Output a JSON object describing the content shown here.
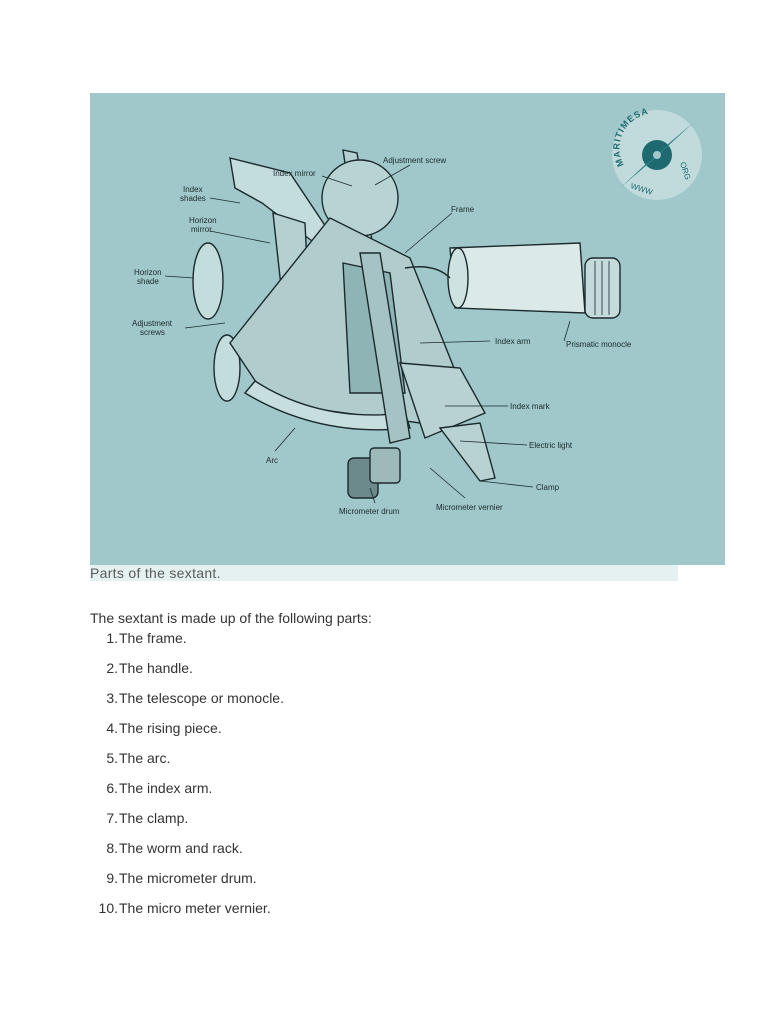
{
  "figure": {
    "logo": {
      "text_top": "MARITIMESA",
      "text_right": "ORG",
      "text_bottom": "WWW"
    },
    "labels": {
      "index_mirror": "Index mirror",
      "adjustment_screw": "Adjustment screw",
      "index_shades_1": "Index",
      "index_shades_2": "shades",
      "horizon_mirror_1": "Horizon",
      "horizon_mirror_2": "mirror",
      "frame": "Frame",
      "horizon_shade_1": "Horizon",
      "horizon_shade_2": "shade",
      "adjustment_screws_1": "Adjustment",
      "adjustment_screws_2": "screws",
      "index_arm": "Index arm",
      "prismatic_monocle": "Prismatic monocle",
      "index_mark": "Index mark",
      "electric_light": "Electric light",
      "arc": "Arc",
      "clamp": "Clamp",
      "micrometer_drum": "Micrometer drum",
      "micrometer_vernier": "Micrometer vernier"
    },
    "colors": {
      "background": "#a0c8ca",
      "logo": "#1e6a70"
    }
  },
  "caption": "Parts of the sextant.",
  "intro": "The sextant is made up of the following parts:",
  "parts": [
    {
      "num": "1.",
      "text": "The frame."
    },
    {
      "num": "2.",
      "text": "The handle."
    },
    {
      "num": "3.",
      "text": "The telescope or monocle."
    },
    {
      "num": "4.",
      "text": "The rising piece."
    },
    {
      "num": "5.",
      "text": "The arc."
    },
    {
      "num": "6.",
      "text": "The index arm."
    },
    {
      "num": "7.",
      "text": "The clamp."
    },
    {
      "num": "8.",
      "text": "The worm and rack."
    },
    {
      "num": "9.",
      "text": "The micrometer drum."
    },
    {
      "num": "10.",
      "text": "The micro meter vernier."
    }
  ]
}
